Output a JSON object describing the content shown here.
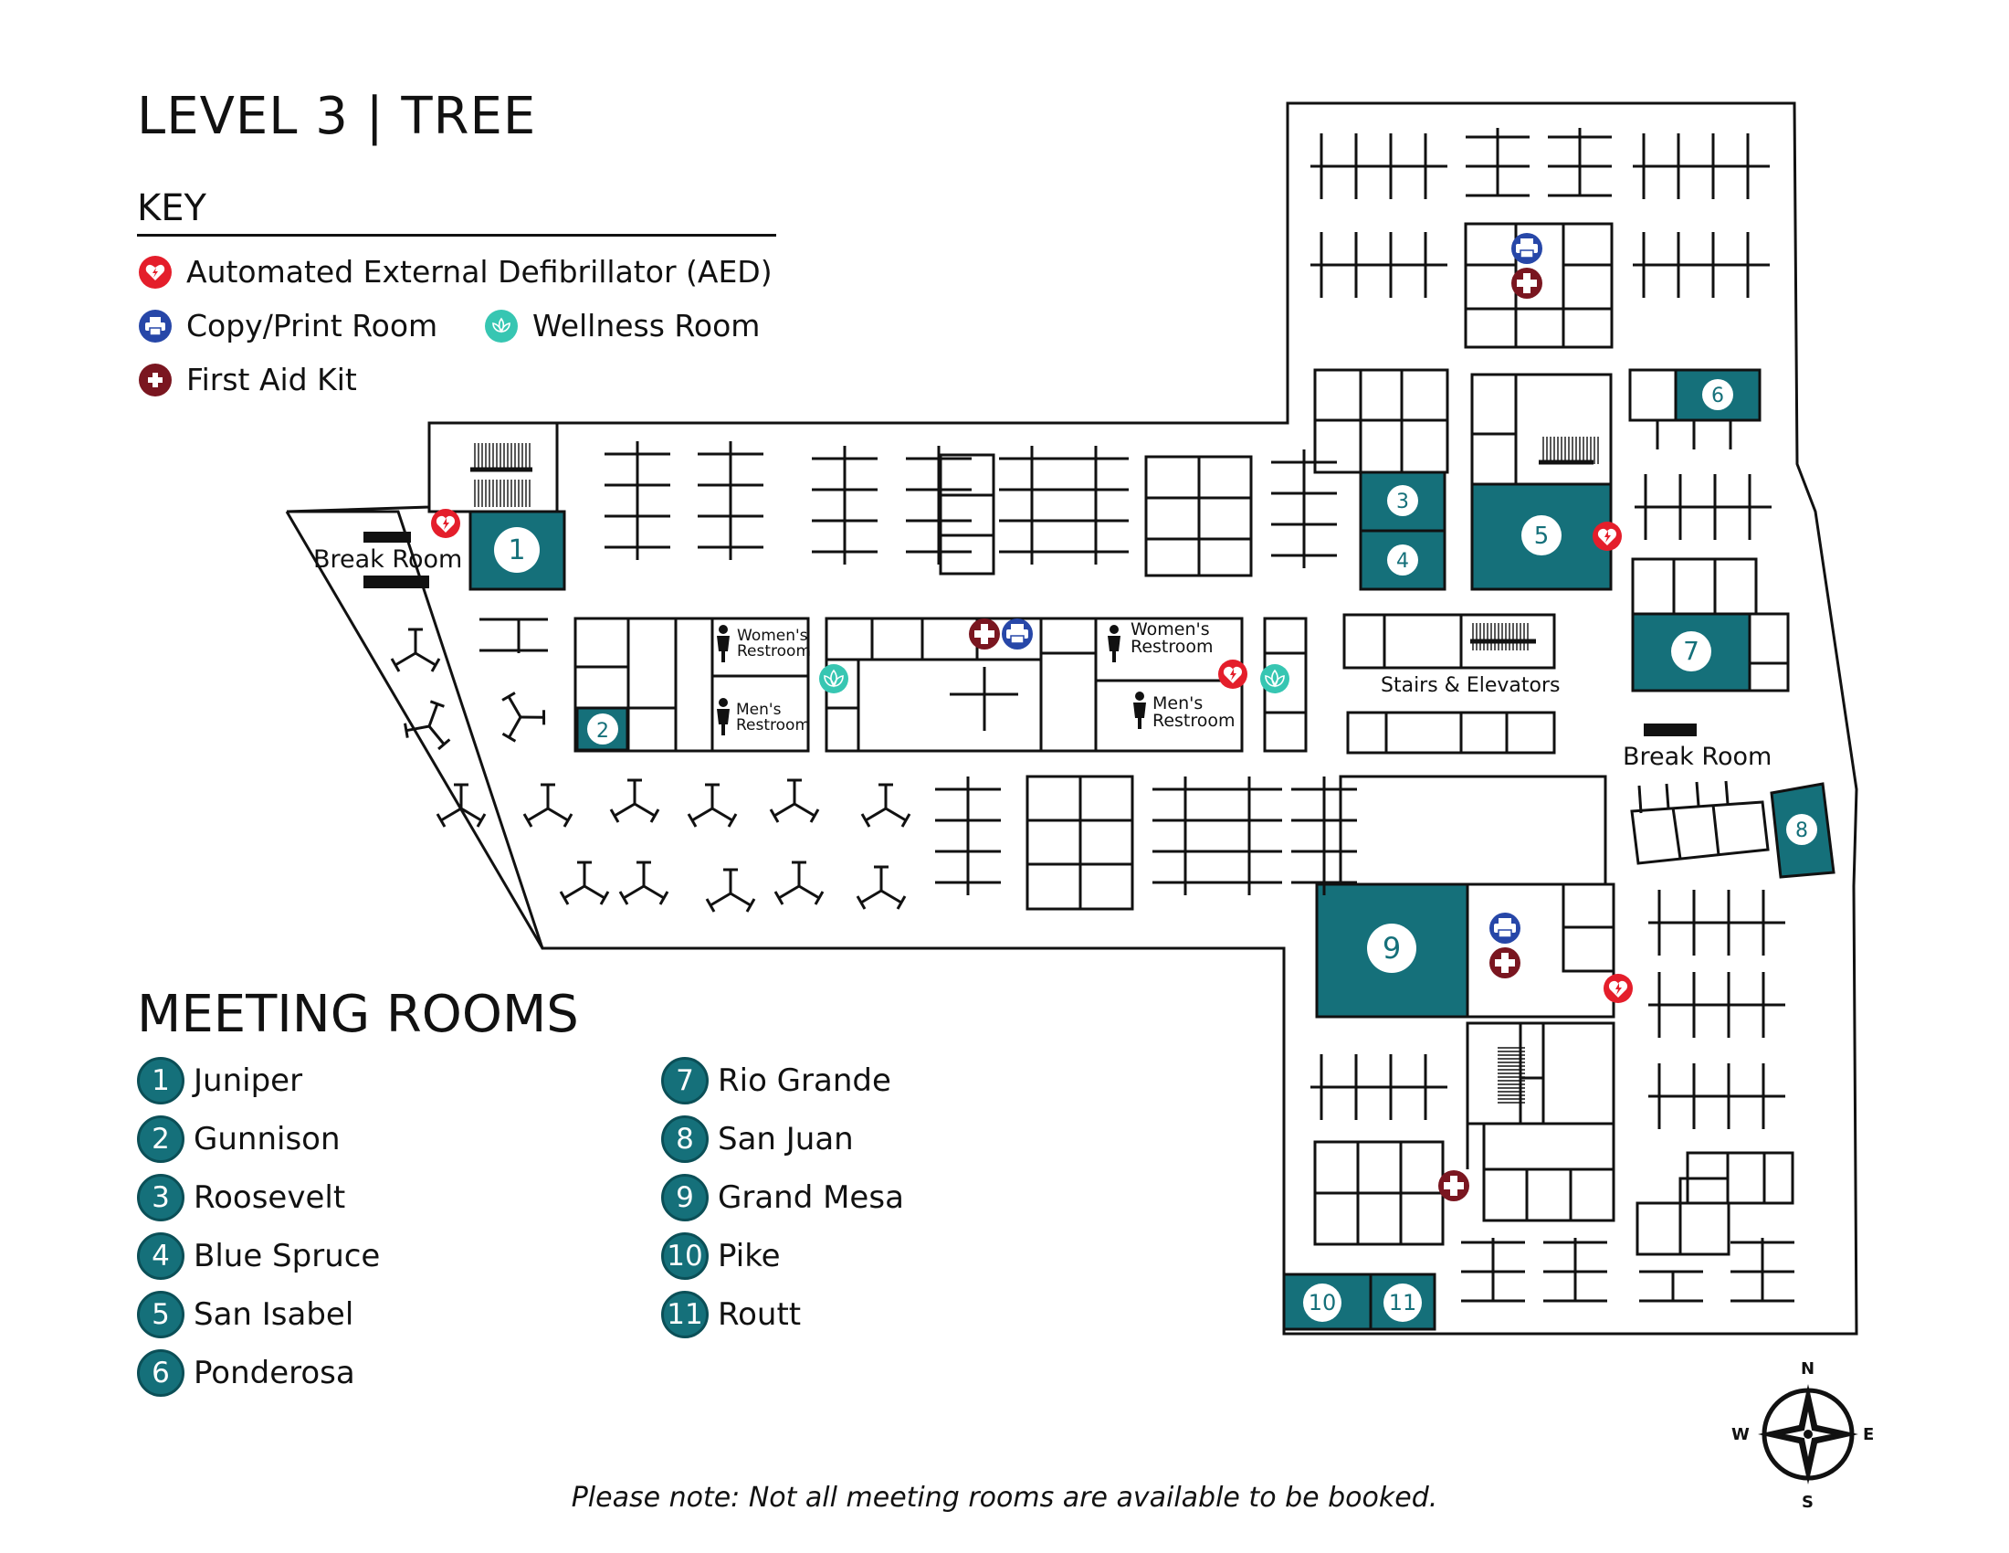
{
  "title": "LEVEL 3 | TREE",
  "key": {
    "heading": "KEY",
    "items": [
      {
        "icon": "aed-icon",
        "label": "Automated External Defibrillator (AED)",
        "color": "#e41e2b"
      },
      {
        "icon": "copy-print-icon",
        "label": "Copy/Print Room",
        "color": "#2747a8"
      },
      {
        "icon": "wellness-icon",
        "label": "Wellness Room",
        "color": "#37c6b2"
      },
      {
        "icon": "first-aid-icon",
        "label": "First Aid Kit",
        "color": "#7a1620"
      }
    ]
  },
  "meeting_rooms": {
    "heading": "MEETING ROOMS",
    "rooms": [
      {
        "number": "1",
        "name": "Juniper"
      },
      {
        "number": "2",
        "name": "Gunnison"
      },
      {
        "number": "3",
        "name": "Roosevelt"
      },
      {
        "number": "4",
        "name": "Blue Spruce"
      },
      {
        "number": "5",
        "name": "San Isabel"
      },
      {
        "number": "6",
        "name": "Ponderosa"
      },
      {
        "number": "7",
        "name": "Rio Grande"
      },
      {
        "number": "8",
        "name": "San Juan"
      },
      {
        "number": "9",
        "name": "Grand Mesa"
      },
      {
        "number": "10",
        "name": "Pike"
      },
      {
        "number": "11",
        "name": "Routt"
      }
    ],
    "room_color": "#15707a"
  },
  "map": {
    "break_room_west": "Break Room",
    "break_room_east": "Break Room",
    "stairs": "Stairs & Elevators",
    "womens_restroom": "Women's Restroom",
    "mens_restroom": "Men's Restroom"
  },
  "compass": {
    "n": "N",
    "s": "S",
    "e": "E",
    "w": "W"
  },
  "note": "Please note: Not all meeting rooms are available to be booked."
}
